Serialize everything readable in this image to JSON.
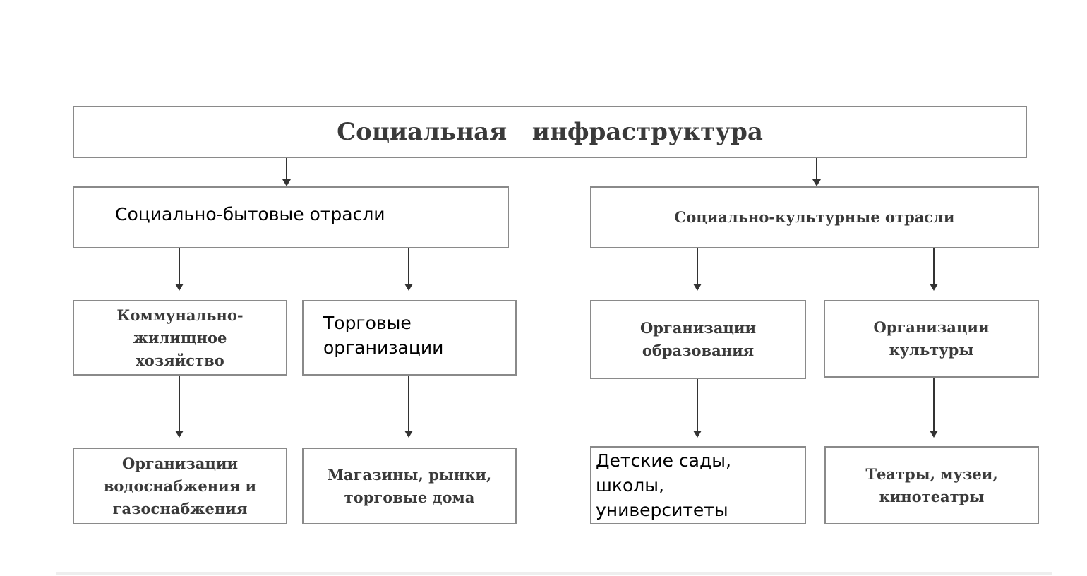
{
  "root": "Социальная   инфраструктура",
  "left_branch": "Социально-бытовые отрасли",
  "right_branch": "Социально-культурные отрасли",
  "level2": [
    "Коммунально-жилищное хозяйство",
    "Торговые организации",
    "Организации образования",
    "Организации культуры"
  ],
  "level3": [
    "Организации водоснабжения и газоснабжения",
    "Магазины, рынки, торговые дома",
    "Детские сады, школы, университеты",
    "Театры, музеи, кинотеатры"
  ]
}
